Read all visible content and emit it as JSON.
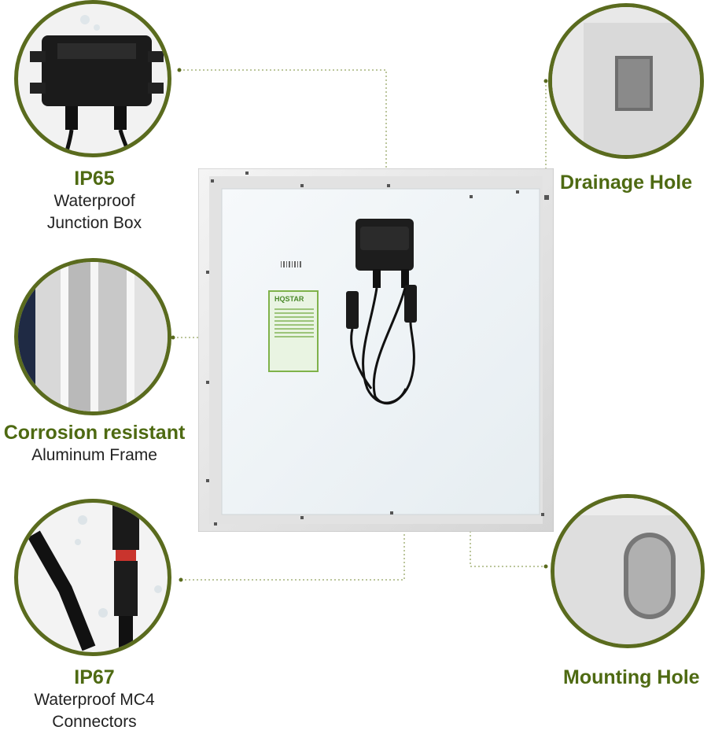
{
  "callouts": {
    "junction_box": {
      "title": "IP65",
      "line1": "Waterproof",
      "line2": "Junction Box"
    },
    "frame": {
      "title": "Corrosion resistant",
      "line1": "Aluminum Frame"
    },
    "connectors": {
      "title": "IP67",
      "line1": "Waterproof MC4",
      "line2": "Connectors"
    },
    "drainage": {
      "title": "Drainage Hole"
    },
    "mounting": {
      "title": "Mounting Hole"
    }
  },
  "label_brand": "HQSTAR",
  "colors": {
    "accent_green": "#4e6a12",
    "ring": "#5a6b1e",
    "leader": "#7a8c3a"
  }
}
